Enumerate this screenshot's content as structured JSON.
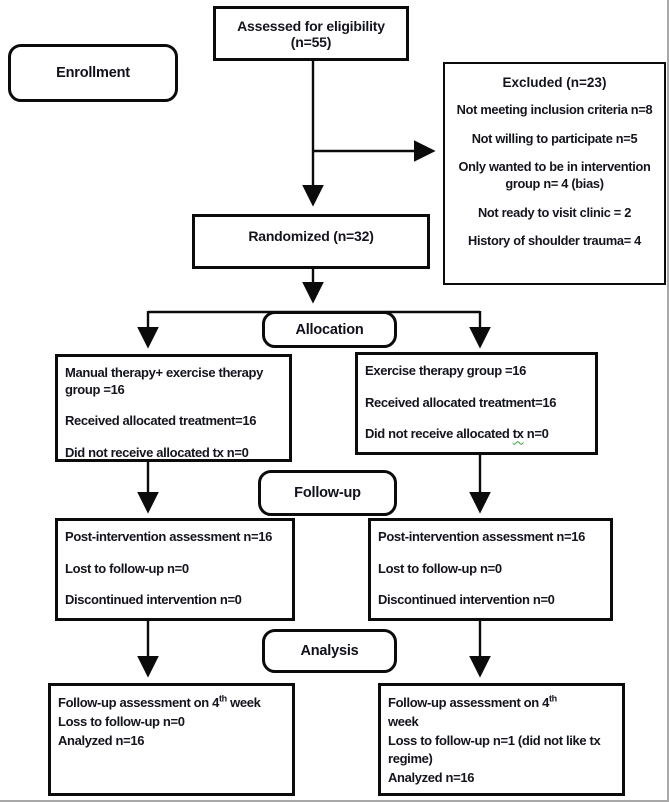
{
  "stage_labels": {
    "enrollment": "Enrollment",
    "allocation": "Allocation",
    "followup": "Follow-up",
    "analysis": "Analysis"
  },
  "assessed": {
    "title": "Assessed for eligibility",
    "n": "(n=55)"
  },
  "excluded": {
    "title": "Excluded (n=23)",
    "reasons": [
      "Not meeting inclusion criteria n=8",
      "Not willing to participate n=5",
      "Only wanted to be in intervention group n= 4 (bias)",
      "Not ready to visit clinic = 2",
      "History of shoulder trauma= 4"
    ]
  },
  "randomized": {
    "label": "Randomized (n=32)"
  },
  "allocation_left": {
    "line1": "Manual therapy+ exercise therapy group =16",
    "line2": "Received allocated treatment=16",
    "line3": "Did not receive allocated tx n=0"
  },
  "allocation_right": {
    "line1": "Exercise therapy group =16",
    "line2": "Received allocated treatment=16",
    "line3_pre": "Did not receive allocated ",
    "line3_tx": "tx",
    "line3_post": " n=0"
  },
  "followup_left": {
    "line1": "Post-intervention assessment n=16",
    "line2": "Lost to follow-up n=0",
    "line3": "Discontinued intervention n=0"
  },
  "followup_right": {
    "line1": "Post-intervention assessment n=16",
    "line2": "Lost to follow-up n=0",
    "line3": "Discontinued intervention n=0"
  },
  "analysis_left": {
    "line1_pre": "Follow-up assessment on 4",
    "line1_sup": "th",
    "line1_post": " week",
    "line2": "Loss to follow-up n=0",
    "line3": "Analyzed n=16"
  },
  "analysis_right": {
    "line1_pre": "Follow-up assessment on 4",
    "line1_sup": "th",
    "line2": "week",
    "line3": "Loss to follow-up n=1 (did not like tx regime)",
    "line4": "Analyzed n=16"
  }
}
